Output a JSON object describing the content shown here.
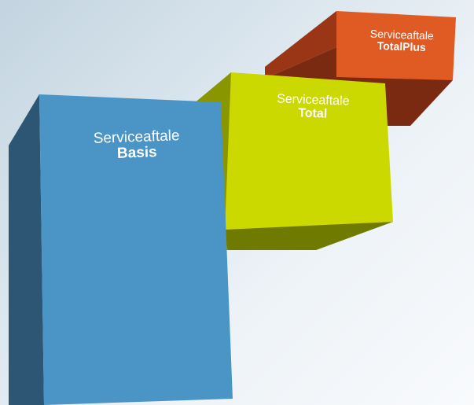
{
  "boxes": [
    {
      "id": "totalplus",
      "line1": "Serviceaftale",
      "line2": "TotalPlus",
      "colors": {
        "front": "#e05a24",
        "left": "#9a3616",
        "bottom": "#7a2a10"
      }
    },
    {
      "id": "total",
      "line1": "Serviceaftale",
      "line2": "Total",
      "colors": {
        "front": "#ccd900",
        "left": "#8a9600",
        "bottom": "#6f7a00"
      }
    },
    {
      "id": "basis",
      "line1": "Serviceaftale",
      "line2": "Basis",
      "colors": {
        "front": "#4a94c6",
        "left": "#2d5674",
        "top": "#3f80aa"
      }
    }
  ]
}
